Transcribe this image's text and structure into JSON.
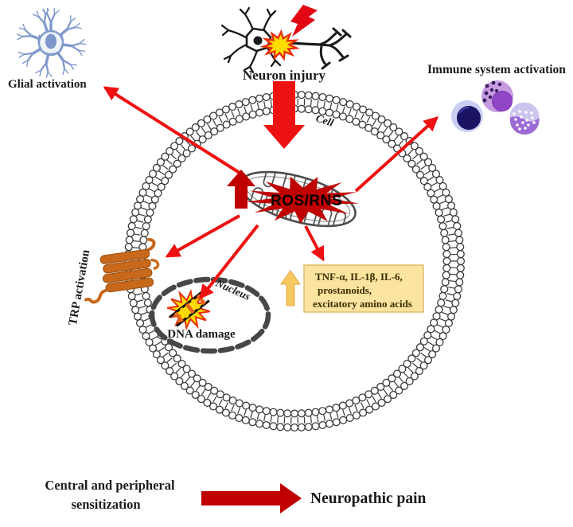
{
  "title": "Neuron injury / ROS-RNS neuropathic pain mechanism diagram",
  "labels": {
    "glial_activation": "Glial activation",
    "neuron_injury": "Neuron injury",
    "immune_activation": "Immune system activation",
    "cell": "Cell",
    "ros_rns": "ROS/RNS",
    "trp_activation": "TRP activation",
    "nucleus": "Nucleus",
    "dna_damage": "DNA damage",
    "sensitization_line1": "Central and peripheral",
    "sensitization_line2": "sensitization",
    "neuropathic_pain": "Neuropathic pain"
  },
  "mediator_box": {
    "line1": "TNF-α, IL-1β, IL-6,",
    "line2": "prostanoids,",
    "line3": "excitatory amino acids"
  },
  "icons": [
    {
      "name": "glial-cell-icon",
      "meaning": "branched astrocyte / glial cell",
      "color": "#8099CC"
    },
    {
      "name": "neuron-icon",
      "meaning": "neuron with injured axon",
      "color": "#1a1a1a"
    },
    {
      "name": "lightning-bolt-icon",
      "meaning": "injury strike",
      "color": "#E30613"
    },
    {
      "name": "injury-burst-icon",
      "meaning": "injury flash on axon",
      "colors": [
        "#FFDD00",
        "#E8300A"
      ]
    },
    {
      "name": "immune-cells-icon",
      "meaning": "three immune cells",
      "colors": [
        "#1B1464",
        "#9146C8",
        "#9C6AD4"
      ]
    },
    {
      "name": "cell-membrane-icon",
      "meaning": "circular phospholipid bilayer",
      "color": "#3a3a3a"
    },
    {
      "name": "mitochondrion-icon",
      "meaning": "mitochondrion producing ROS/RNS",
      "color": "#4d4d4d"
    },
    {
      "name": "ros-burst-icon",
      "meaning": "ROS/RNS burst",
      "color": "#C00000"
    },
    {
      "name": "trp-channel-icon",
      "meaning": "TRP ion channel in membrane",
      "color": "#C8681A"
    },
    {
      "name": "nucleus-icon",
      "meaning": "nuclear envelope (dashed oval)",
      "color": "#474747"
    },
    {
      "name": "dna-damage-icon",
      "meaning": "damaged DNA ladder with burst",
      "colors": [
        "#111111",
        "#FFD400",
        "#E8300A"
      ]
    },
    {
      "name": "up-arrow-icon",
      "meaning": "increase of ROS/RNS",
      "color": "#C00000"
    },
    {
      "name": "up-arrow-gold-icon",
      "meaning": "increase of mediators",
      "color": "#F7C85F"
    },
    {
      "name": "outcome-arrow-icon",
      "meaning": "leads to",
      "color": "#C00000"
    }
  ],
  "colors": {
    "arrow_bright_red": "#EE1111",
    "arrow_dark_red": "#C00000",
    "lightning_red": "#E30613",
    "mediator_box_fill": "#FBE3A0",
    "mediator_box_border": "#E3BC6C",
    "mediator_box_text": "#3A2E00",
    "gold_arrow": "#F7C85F",
    "glial_blue": "#8099CC",
    "trp_orange": "#C8681A",
    "text_black": "#1A1A1A"
  }
}
